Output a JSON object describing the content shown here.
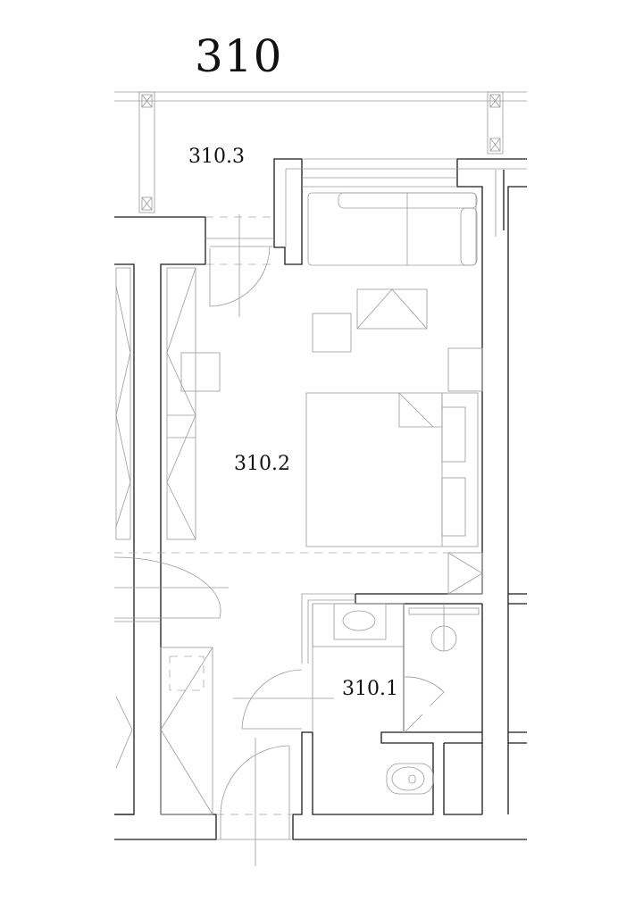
{
  "unit_number": "310",
  "rooms": [
    {
      "id": "310.3",
      "label": "310.3"
    },
    {
      "id": "310.2",
      "label": "310.2"
    },
    {
      "id": "310.1",
      "label": "310.1"
    }
  ],
  "colors": {
    "wall": "#1a1a1a",
    "furniture": "#9a9a9a"
  }
}
